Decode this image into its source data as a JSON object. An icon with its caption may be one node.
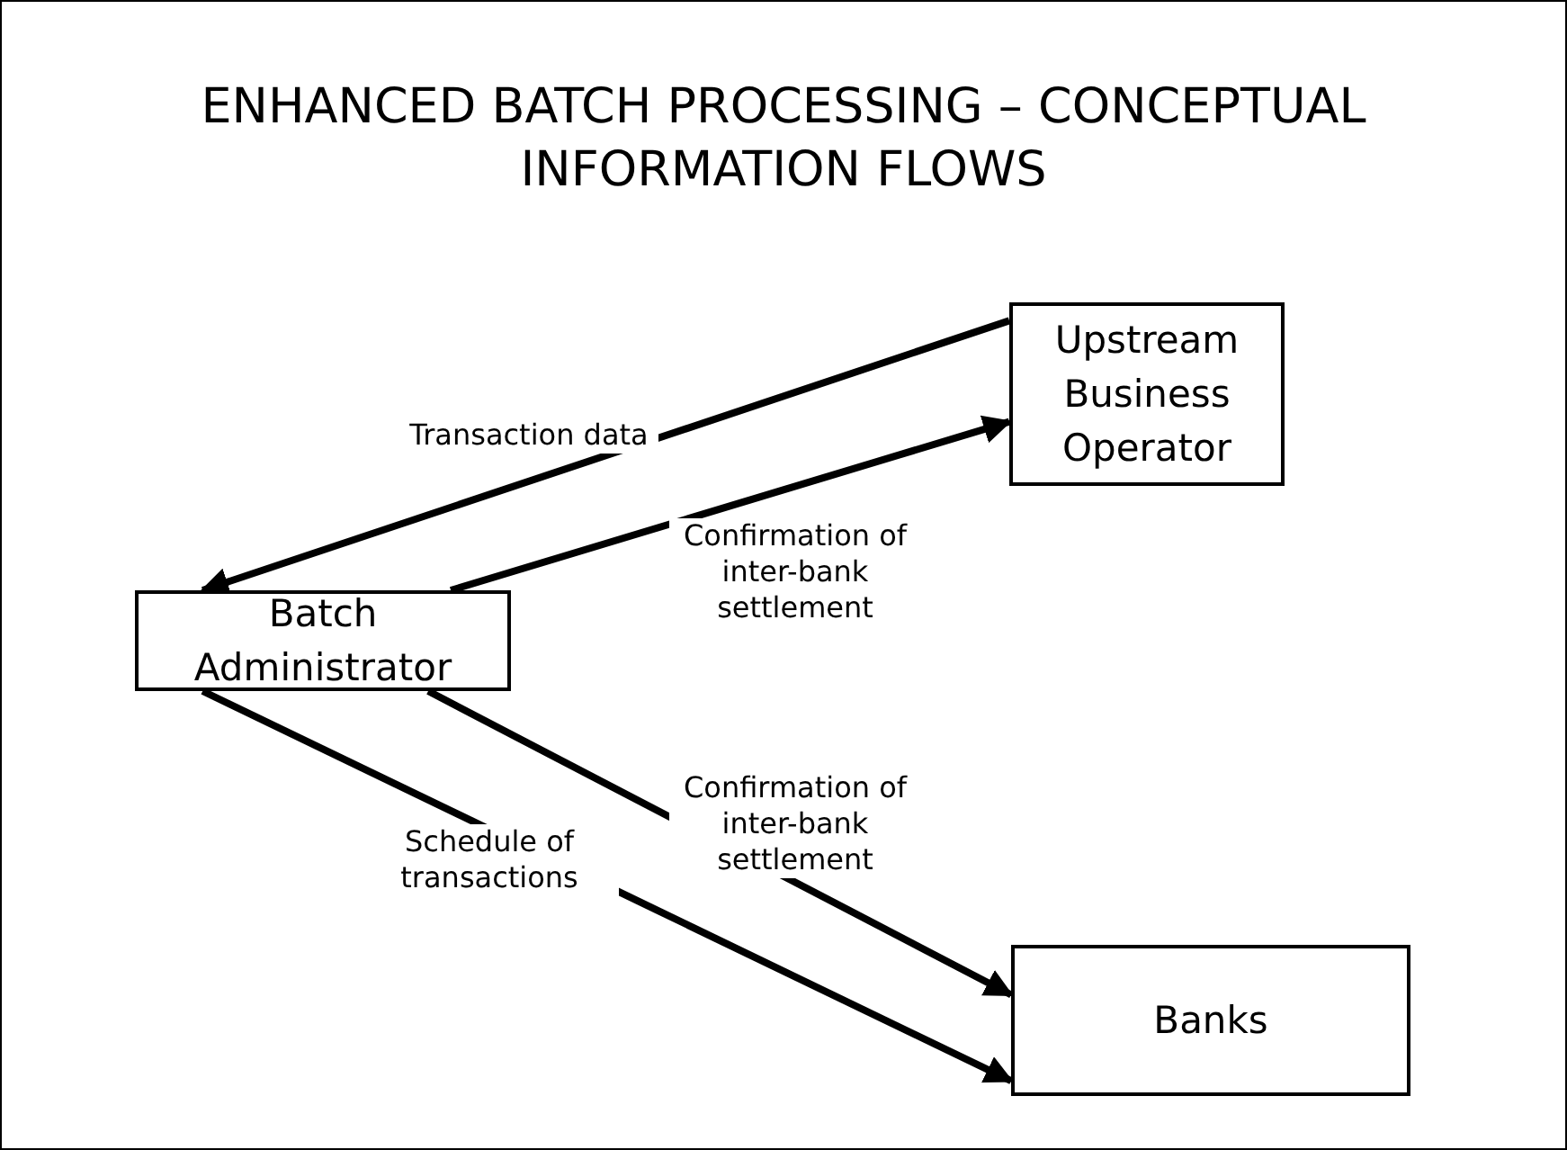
{
  "diagram": {
    "title": "ENHANCED BATCH PROCESSING – CONCEPTUAL INFORMATION FLOWS",
    "nodes": [
      {
        "text": [
          "Upstream Business Operator"
        ]
      },
      {
        "text": [
          "Batch Administrator"
        ]
      },
      {
        "text": [
          "Banks"
        ]
      }
    ],
    "edges": [
      {
        "from": 0,
        "to": 1,
        "arrow": "to",
        "label": "Transaction data"
      },
      {
        "from": 1,
        "to": 0,
        "arrow": "to",
        "label": "Confirmation of inter-bank settlement"
      },
      {
        "from": 1,
        "to": 2,
        "arrow": "to",
        "label": "Confirmation of inter-bank settlement"
      },
      {
        "from": 1,
        "to": 2,
        "arrow": "to",
        "label": "Schedule of transactions"
      }
    ]
  }
}
